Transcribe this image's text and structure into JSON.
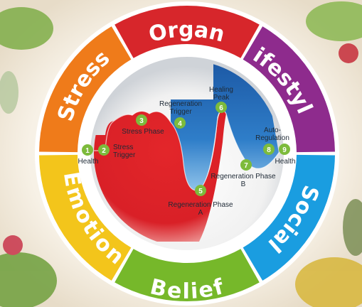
{
  "segments": [
    {
      "label": "Organ",
      "color": "#d7262b"
    },
    {
      "label": "Lifestyle",
      "color": "#8e2b8d"
    },
    {
      "label": "Social",
      "color": "#1a9de0"
    },
    {
      "label": "Belief",
      "color": "#76b82a"
    },
    {
      "label": "Emotion",
      "color": "#f3c51b"
    },
    {
      "label": "Stress",
      "color": "#ef7b1a"
    }
  ],
  "phases": [
    {
      "number": "1",
      "label": "Health"
    },
    {
      "number": "2",
      "label": "Stress Trigger"
    },
    {
      "number": "3",
      "label": "Stress Phase"
    },
    {
      "number": "4",
      "label": "Regeneration Trigger"
    },
    {
      "number": "5",
      "label": "Regeneration Phase A"
    },
    {
      "number": "6",
      "label": "Healing Peak"
    },
    {
      "number": "7",
      "label": "Regeneration Phase B"
    },
    {
      "number": "8",
      "label": "Auto-Regulation"
    },
    {
      "number": "9",
      "label": "Health"
    }
  ],
  "colors": {
    "marker": "#7dbb3c",
    "stress_fill": "#e02528",
    "regeneration_fill": "#2f77c0"
  }
}
